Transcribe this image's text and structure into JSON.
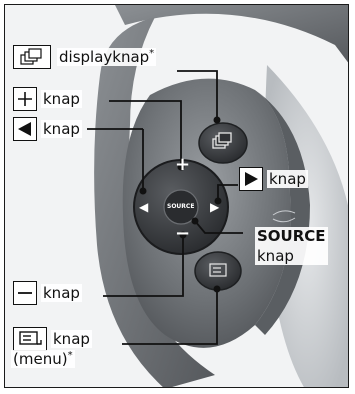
{
  "labels": {
    "display": {
      "text": "displayknap",
      "sup": "*"
    },
    "plus": {
      "text": "knap"
    },
    "left": {
      "text": "knap"
    },
    "right": {
      "text": "knap"
    },
    "source": {
      "line1": "SOURCE",
      "line2": "knap"
    },
    "minus": {
      "text": "knap"
    },
    "menu": {
      "line1": "knap",
      "line2": "(menu)",
      "sup": "*"
    }
  },
  "wheel_glyphs": {
    "plus": "+",
    "minus": "−",
    "left": "◀",
    "right": "▶",
    "source": "SOURCE"
  },
  "colors": {
    "leader": "#111111",
    "wheel": "#6f7377",
    "pad": "#3a3d40",
    "border": "#1a1a1a"
  }
}
